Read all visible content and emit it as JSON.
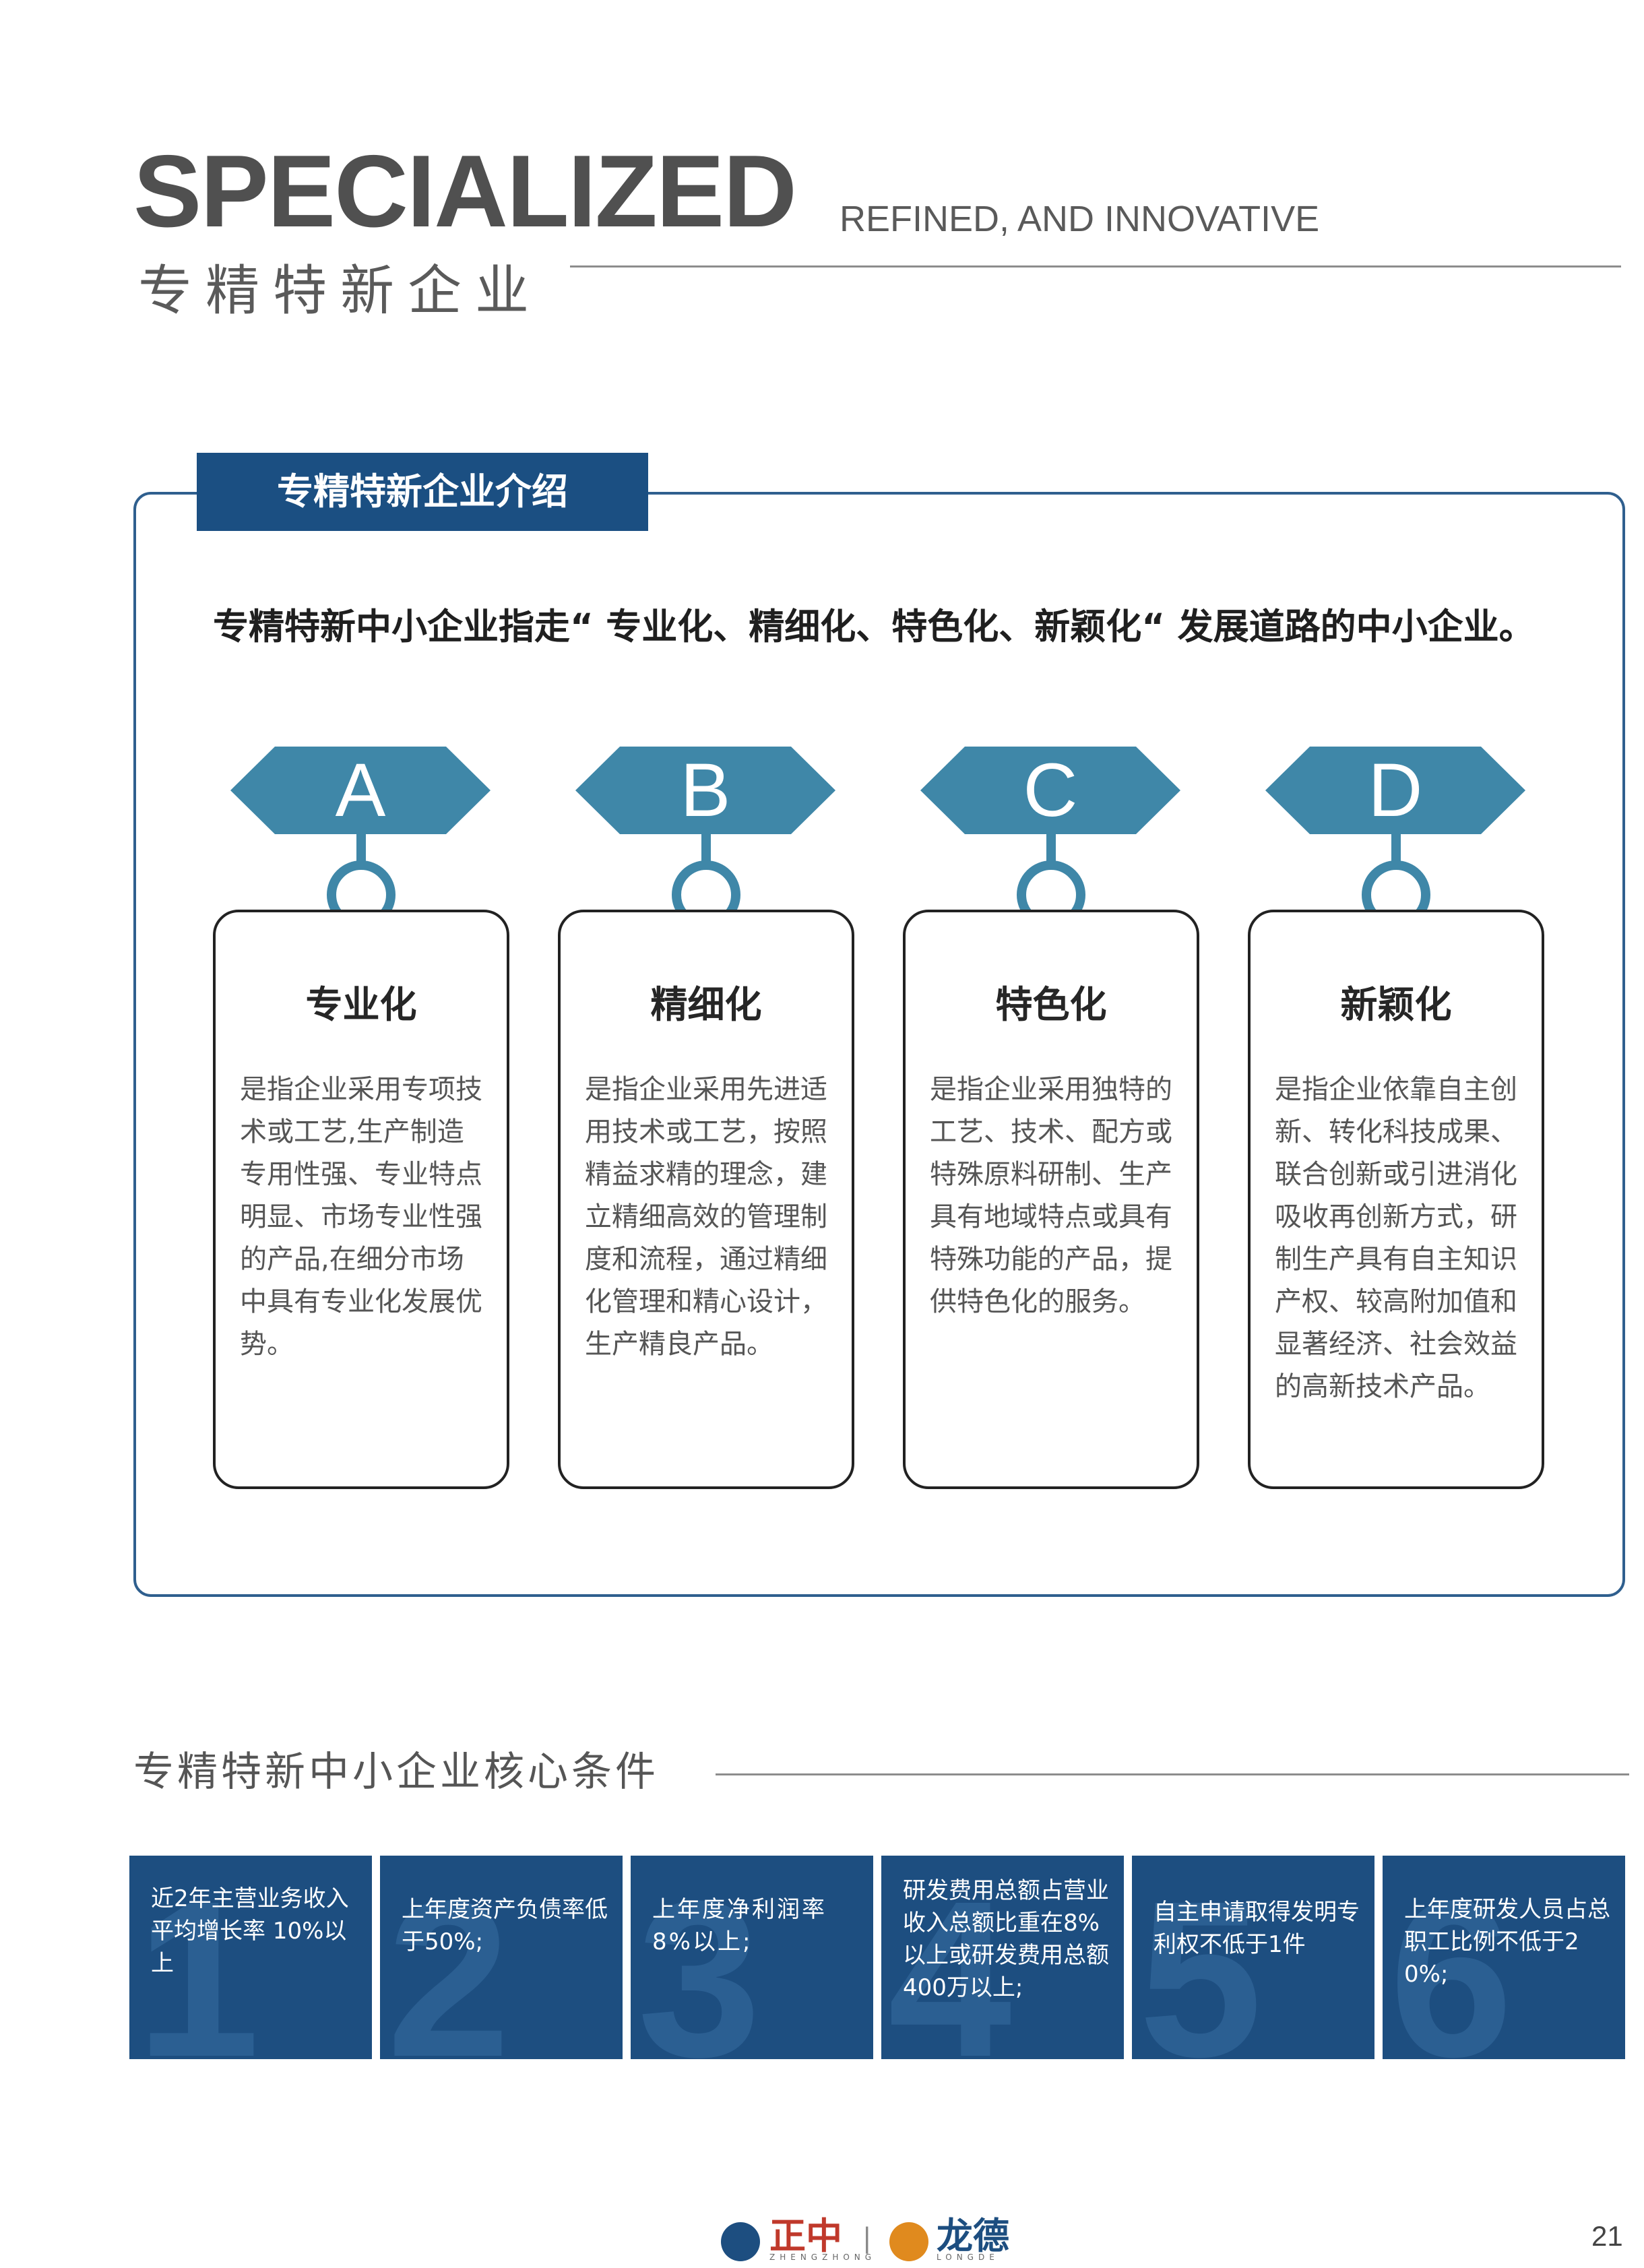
{
  "header": {
    "title_main": "SPECIALIZED",
    "title_sub": "REFINED, AND INNOVATIVE",
    "title_cn": "专精特新企业"
  },
  "intro": {
    "tab_label": "专精特新企业介绍",
    "definition": "专精特新中小企业指走“ 专业化、精细化、特色化、新颖化“ 发展道路的中小企业。"
  },
  "cards": [
    {
      "letter": "A",
      "title": "专业化",
      "text": "是指企业采用专项技术或工艺,生产制造专用性强、专业特点明显、市场专业性强的产品,在细分市场中具有专业化发展优势。"
    },
    {
      "letter": "B",
      "title": "精细化",
      "text": "是指企业采用先进适用技术或工艺，按照精益求精的理念，建立精细高效的管理制度和流程，通过精细化管理和精心设计，生产精良产品。"
    },
    {
      "letter": "C",
      "title": "特色化",
      "text": "是指企业采用独特的工艺、技术、配方或特殊原料研制、生产具有地域特点或具有特殊功能的产品，提供特色化的服务。"
    },
    {
      "letter": "D",
      "title": "新颖化",
      "text": "是指企业依靠自主创新、转化科技成果、联合创新或引进消化吸收再创新方式，研制生产具有自主知识产权、较高附加值和显著经济、社会效益的高新技术产品。"
    }
  ],
  "conditions": {
    "heading": "专精特新中小企业核心条件",
    "items": [
      {
        "num": "1",
        "text": "近2年主营业务收入平均增长率 10%以上"
      },
      {
        "num": "2",
        "text": "上年度资产负债率低于50%;"
      },
      {
        "num": "3",
        "text": "上年度净利润率8%以上;"
      },
      {
        "num": "4",
        "text": "研发费用总额占营业收入总额比重在8%以上或研发费用总额400万以上;"
      },
      {
        "num": "5",
        "text": "自主申请取得发明专利权不低于1件"
      },
      {
        "num": "6",
        "text": "上年度研发人员占总职工比例不低于20%;"
      }
    ]
  },
  "footer": {
    "logo1_text": "正中",
    "logo1_small": "ZHENGZHONG",
    "separator": "|",
    "logo2_text": "龙德",
    "logo2_small": "LONGDE",
    "page_number": "21"
  },
  "colors": {
    "hex_fill": "#3f87a8",
    "navy": "#1d4e80",
    "frame": "#2f5f8e"
  }
}
